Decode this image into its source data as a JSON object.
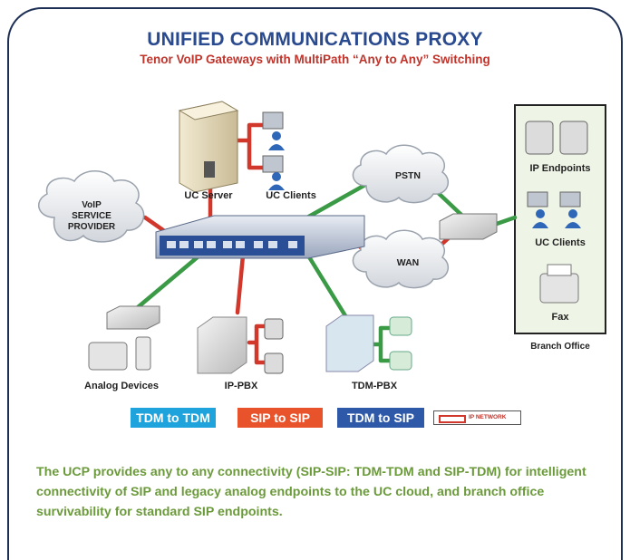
{
  "title": "UNIFIED COMMUNICATIONS PROXY",
  "subtitle": "Tenor VoIP Gateways with MultiPath “Any to Any” Switching",
  "nodes": {
    "uc_server": "UC Server",
    "uc_clients_top": "UC Clients",
    "voip_provider_line1": "VoIP",
    "voip_provider_line2": "SERVICE",
    "voip_provider_line3": "PROVIDER",
    "pstn": "PSTN",
    "wan": "WAN",
    "ip_endpoints": "IP Endpoints",
    "uc_clients_branch": "UC Clients",
    "fax": "Fax",
    "branch_office": "Branch Office",
    "analog_devices": "Analog Devices",
    "ip_pbx": "IP-PBX",
    "tdm_pbx": "TDM-PBX"
  },
  "legend": {
    "tdm_to_tdm": "TDM to TDM",
    "sip_to_sip": "SIP to SIP",
    "tdm_to_sip": "TDM to SIP",
    "ip_network": "IP NETWORK"
  },
  "colors": {
    "tdm_to_tdm": "#1fa3dc",
    "sip_to_sip": "#e8532c",
    "tdm_to_sip": "#2e59a8",
    "green_link": "#3a9a45",
    "red_link": "#d2372c",
    "caption": "#6b9a3a"
  },
  "caption": "The UCP provides any to any connectivity (SIP-SIP: TDM-TDM and SIP-TDM) for intelligent connectivity of SIP and legacy analog endpoints to the UC cloud, and branch office survivability for standard SIP endpoints."
}
